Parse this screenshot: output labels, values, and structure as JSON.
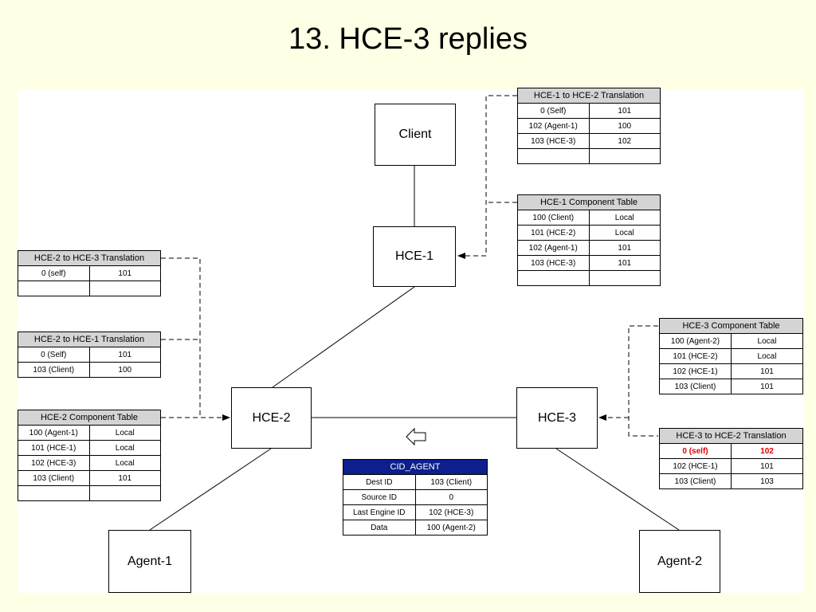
{
  "title": "13. HCE-3 replies",
  "nodes": {
    "client": "Client",
    "hce1": "HCE-1",
    "hce2": "HCE-2",
    "hce3": "HCE-3",
    "agent1": "Agent-1",
    "agent2": "Agent-2"
  },
  "tables": {
    "hce1_to_hce2": {
      "title": "HCE-1 to HCE-2 Translation",
      "rows": [
        [
          "0 (Self)",
          "101"
        ],
        [
          "102 (Agent-1)",
          "100"
        ],
        [
          "103 (HCE-3)",
          "102"
        ],
        [
          "",
          ""
        ]
      ]
    },
    "hce1_component": {
      "title": "HCE-1 Component Table",
      "rows": [
        [
          "100 (Client)",
          "Local"
        ],
        [
          "101 (HCE-2)",
          "Local"
        ],
        [
          "102 (Agent-1)",
          "101"
        ],
        [
          "103 (HCE-3)",
          "101"
        ],
        [
          "",
          ""
        ]
      ]
    },
    "hce2_to_hce3": {
      "title": "HCE-2 to HCE-3 Translation",
      "rows": [
        [
          "0 (self)",
          "101"
        ],
        [
          "",
          ""
        ]
      ]
    },
    "hce2_to_hce1": {
      "title": "HCE-2 to HCE-1 Translation",
      "rows": [
        [
          "0 (Self)",
          "101"
        ],
        [
          "103 (Client)",
          "100"
        ]
      ]
    },
    "hce2_component": {
      "title": "HCE-2 Component Table",
      "rows": [
        [
          "100 (Agent-1)",
          "Local"
        ],
        [
          "101 (HCE-1)",
          "Local"
        ],
        [
          "102 (HCE-3)",
          "Local"
        ],
        [
          "103 (Client)",
          "101"
        ],
        [
          "",
          ""
        ]
      ]
    },
    "hce3_component": {
      "title": "HCE-3 Component Table",
      "rows": [
        [
          "100 (Agent-2)",
          "Local"
        ],
        [
          "101 (HCE-2)",
          "Local"
        ],
        [
          "102 (HCE-1)",
          "101"
        ],
        [
          "103 (Client)",
          "101"
        ]
      ]
    },
    "hce3_to_hce2": {
      "title": "HCE-3 to HCE-2 Translation",
      "rows": [
        [
          "0 (self)",
          "102"
        ],
        [
          "102 (HCE-1)",
          "101"
        ],
        [
          "103 (Client)",
          "103"
        ]
      ]
    }
  },
  "message": {
    "title": "CID_AGENT",
    "rows": [
      [
        "Dest ID",
        "103 (Client)"
      ],
      [
        "Source ID",
        "0"
      ],
      [
        "Last Engine ID",
        "102 (HCE-3)"
      ],
      [
        "Data",
        "100 (Agent-2)"
      ]
    ]
  },
  "colors": {
    "slide_background": "#ffffe5",
    "message_header": "#0d1f8c",
    "highlight_text": "#e00000",
    "table_header": "#d4d4d4"
  }
}
